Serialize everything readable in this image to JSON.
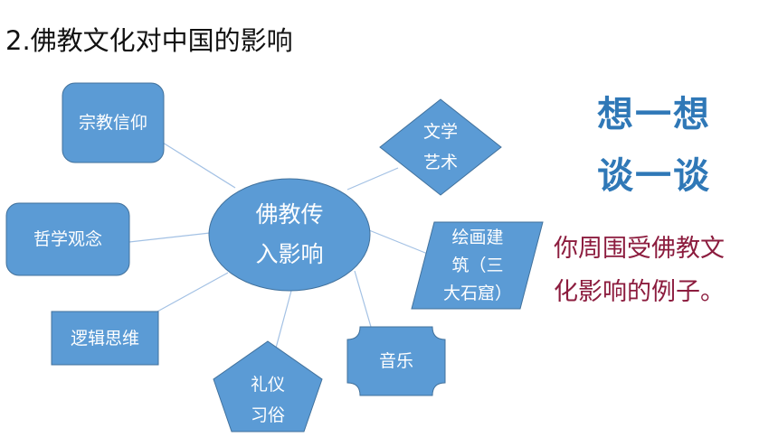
{
  "title": "2.佛教文化对中国的影响",
  "center": {
    "line1": "佛教传",
    "line2": "入影响"
  },
  "nodes": {
    "religion": "宗教信仰",
    "philosophy": "哲学观念",
    "logic": "逻辑思维",
    "etiquette": {
      "line1": "礼仪",
      "line2": "习俗"
    },
    "music": "音乐",
    "architecture": {
      "line1": "绘画建",
      "line2": "筑（三",
      "line3": "大石窟）"
    },
    "literature": {
      "line1": "文学",
      "line2": "艺术"
    }
  },
  "think": {
    "line1": "想一想",
    "line2": "谈一谈"
  },
  "prompt": {
    "line1": "你周围受佛教文",
    "line2": "化影响的例子。"
  },
  "colors": {
    "node_fill": "#5b9bd5",
    "node_stroke": "#41719c",
    "connector": "#a3c1e4",
    "think": "#2f78b7",
    "prompt": "#8c1c3e"
  }
}
